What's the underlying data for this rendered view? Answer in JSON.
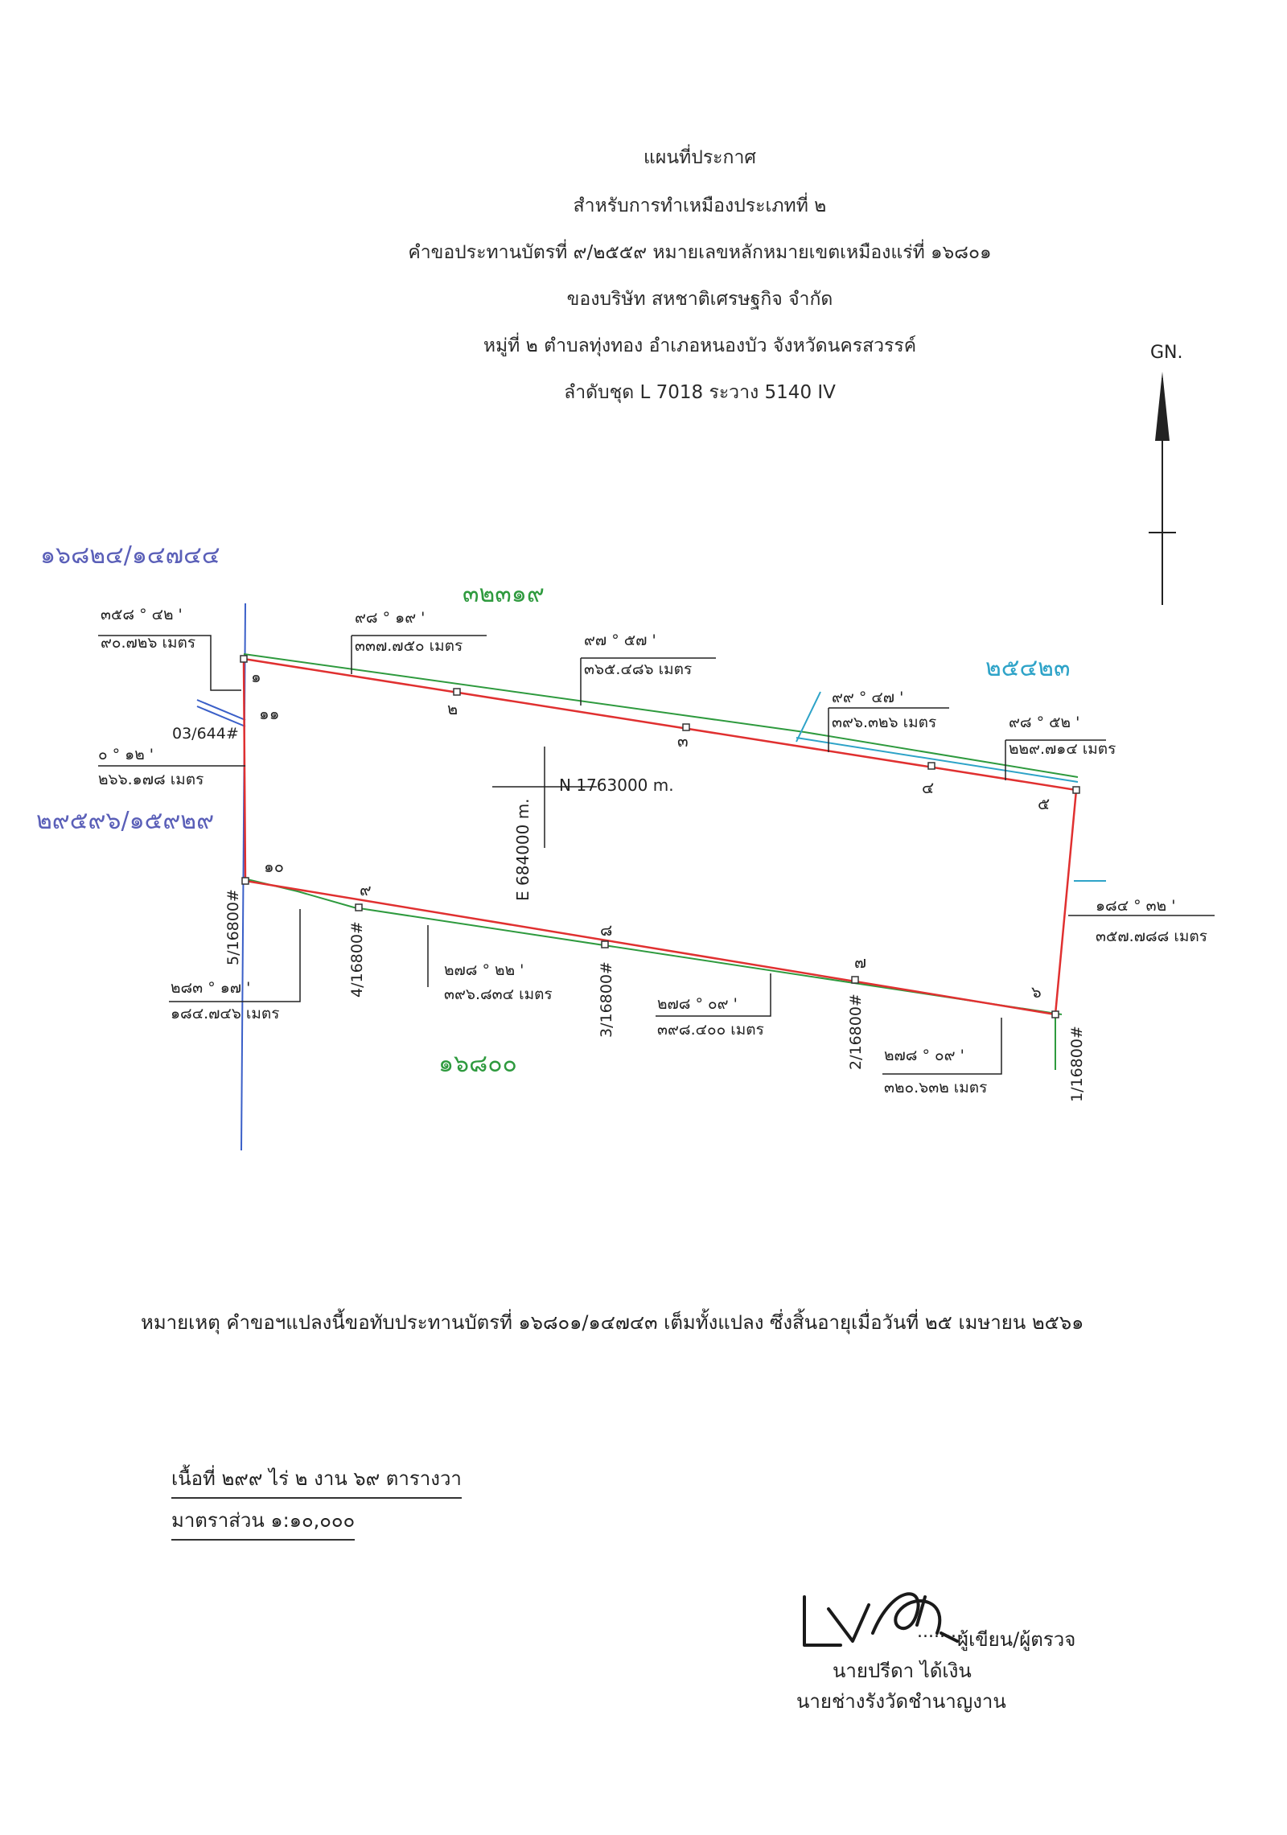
{
  "header": {
    "line1": "แผนที่ประกาศ",
    "line2": "สำหรับการทำเหมืองประเภทที่ ๒",
    "line3": "คำขอประทานบัตรที่ ๙/๒๕๕๙ หมายเลขหลักหมายเขตเหมืองแร่ที่ ๑๖๘๐๑",
    "line4": "ของบริษัท สหชาติเศรษฐกิจ จำกัด",
    "line5": "หมู่ที่ ๒ ตำบลทุ่งทอง อำเภอหนองบัว จังหวัดนครสวรรค์",
    "line6": "ลำดับชุด L 7018 ระวาง 5140 IV"
  },
  "north_label": "GN.",
  "neighbors": {
    "northwest": "๑๖๘๒๔/๑๔๗๔๔",
    "north": "๓๒๓๑๙",
    "northeast": "๒๕๔๒๓",
    "west": "๒๙๕๙๖/๑๕๙๒๙",
    "south": "๑๖๘๐๐"
  },
  "points": [
    "๑",
    "๒",
    "๓",
    "๔",
    "๕",
    "๖",
    "๗",
    "๘",
    "๙",
    "๑๐",
    "๑๑"
  ],
  "bearings": [
    {
      "angle": "๓๕๘ ° ๔๒ '",
      "distance": "๙๐.๗๒๖ เมตร"
    },
    {
      "angle": "๙๘ ° ๑๙ '",
      "distance": "๓๓๗.๗๕๐ เมตร"
    },
    {
      "angle": "๙๗ ° ๕๗ '",
      "distance": "๓๖๕.๔๘๖ เมตร"
    },
    {
      "angle": "๙๙ ° ๔๗ '",
      "distance": "๓๙๖.๓๒๖ เมตร"
    },
    {
      "angle": "๙๘ ° ๕๒ '",
      "distance": "๒๒๙.๗๑๔ เมตร"
    },
    {
      "angle": "๐ ° ๑๒ '",
      "distance": "๒๖๖.๑๗๘ เมตร"
    },
    {
      "angle": "๑๘๔ ° ๓๒ '",
      "distance": "๓๕๗.๗๘๘ เมตร"
    },
    {
      "angle": "๒๘๓ ° ๑๗ '",
      "distance": "๑๘๔.๗๔๖ เมตร"
    },
    {
      "angle": "๒๗๘ ° ๒๒ '",
      "distance": "๓๙๖.๘๓๔ เมตร"
    },
    {
      "angle": "๒๗๘ ° ๐๙ '",
      "distance": "๓๙๘.๔๐๐ เมตร"
    },
    {
      "angle": "๒๗๘ ° ๐๙ '",
      "distance": "๓๒๐.๖๓๒ เมตร"
    }
  ],
  "grid": {
    "north": "N 1763000 m.",
    "east": "E 684000 m."
  },
  "survey_markers": [
    "03/644#",
    "5/16800#",
    "4/16800#",
    "3/16800#",
    "2/16800#",
    "1/16800#"
  ],
  "remark": "หมายเหตุ คำขอฯแปลงนี้ขอทับประทานบัตรที่ ๑๖๘๐๑/๑๔๗๔๓ เต็มทั้งแปลง ซึ่งสิ้นอายุเมื่อวันที่ ๒๕ เมษายน ๒๕๖๑",
  "area": "เนื้อที่ ๒๙๙ ไร่ ๒ งาน ๖๙ ตารางวา",
  "scale": "มาตราส่วน ๑:๑๐,๐๐๐",
  "signature": {
    "role": "ผู้เขียน/ผู้ตรวจ",
    "name": "นายปรีดา ได้เงิน",
    "title": "นายช่างรังวัดชำนาญงาน"
  },
  "colors": {
    "boundary": "#e03030",
    "green_neighbor": "#2e9a3e",
    "blue_neighbor": "#3a5fc8",
    "cyan_neighbor": "#2ea3c8",
    "purple_label": "#5a5fb8"
  }
}
